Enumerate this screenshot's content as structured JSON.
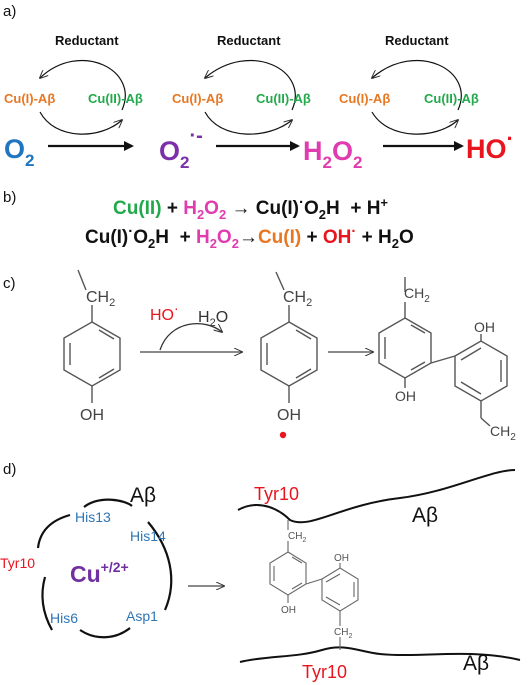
{
  "colors": {
    "orange": "#E87722",
    "green": "#22A94B",
    "blue": "#1F75C0",
    "purple": "#7B2FA8",
    "magenta": "#E03CB0",
    "red": "#E8141E",
    "black": "#111111",
    "structure": "#555555",
    "cu_purple": "#7030A0",
    "residue_blue": "#2E75B6",
    "residue_red": "#E8141E"
  },
  "panel_a": {
    "label": "a)",
    "reductant": "Reductant",
    "cu1": "Cu(I)-Aβ",
    "cu2": "Cu(II)-Aβ",
    "species": {
      "o2": {
        "main": "O",
        "sub": "2"
      },
      "superoxide": {
        "main": "O",
        "sub": "2",
        "sup": "·-"
      },
      "h2o2": {
        "h": "H",
        "sub1": "2",
        "o": "O",
        "sub2": "2"
      },
      "hydroxyl": {
        "main": "HO",
        "sup": "·"
      }
    }
  },
  "panel_b": {
    "label": "b)",
    "line1": {
      "cu2": "Cu(II)",
      "plus1": " + ",
      "h2o2_h": "H",
      "h2o2_s1": "2",
      "h2o2_o": "O",
      "h2o2_s2": "2",
      "arrow": " → ",
      "product_a": "Cu(I)",
      "dot": "·",
      "product_b": "O",
      "product_s": "2",
      "product_c": "H",
      "plus2": "  + H",
      "hplus_sup": "+"
    },
    "line2": {
      "reactant_a": "Cu(I)",
      "dot": "·",
      "reactant_b": "O",
      "reactant_s": "2",
      "reactant_c": "H",
      "plus1": "  + ",
      "h2o2_h": "H",
      "h2o2_s1": "2",
      "h2o2_o": "O",
      "h2o2_s2": "2",
      "arrow": "→",
      "cu1": "Cu(I)",
      "plus2": " + ",
      "oh": "OH",
      "oh_dot": "·",
      "plus3": " + H",
      "water_s": "2",
      "water_o": "O"
    }
  },
  "panel_c": {
    "label": "c)",
    "ch2": "CH",
    "ch2_sub": "2",
    "oh": "OH",
    "reagent": "HO",
    "reagent_dot": "·",
    "water_h": "H",
    "water_sub": "2",
    "water_o": "O"
  },
  "panel_d": {
    "label": "d)",
    "abeta": "Aβ",
    "his13": "His13",
    "his14": "His14",
    "tyr10": "Tyr10",
    "his6": "His6",
    "asp1": "Asp1",
    "cu": "Cu",
    "cu_charge": "+/2+",
    "dimer_ch2": "CH",
    "dimer_ch2_sub": "2",
    "dimer_oh": "OH"
  }
}
